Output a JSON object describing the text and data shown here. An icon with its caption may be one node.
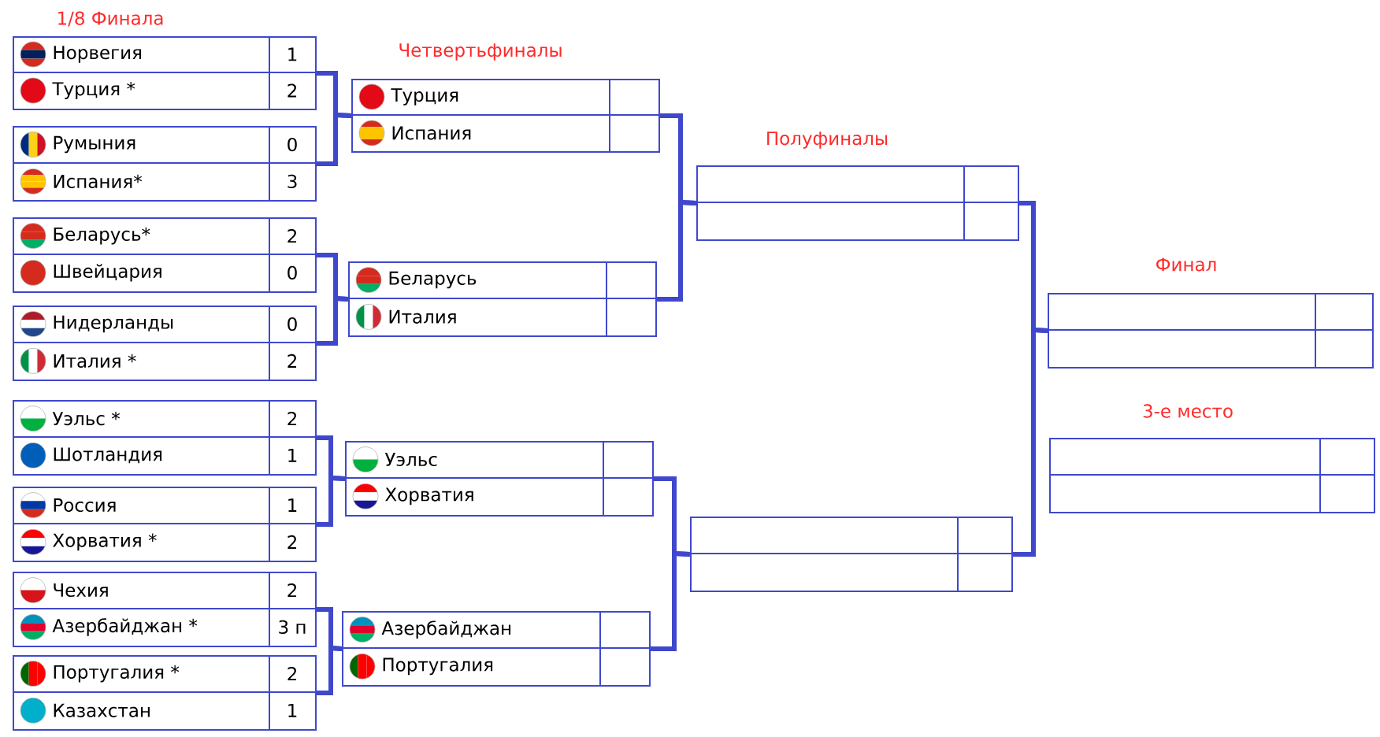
{
  "diagram": {
    "nodes": [
      {
        "text": [
          "Норвегия",
          "1",
          "Турция *",
          "2"
        ]
      },
      {
        "text": [
          "Румыния",
          "0",
          "Испания*",
          "3"
        ]
      },
      {
        "text": [
          "Турция",
          "Испания"
        ]
      },
      {
        "text": [
          "Беларусь*",
          "2",
          "Швейцария",
          "0"
        ]
      },
      {
        "text": [
          "Нидерланды",
          "0",
          "Италия *",
          "2"
        ]
      },
      {
        "text": [
          "Беларусь",
          "Италия"
        ]
      },
      {
        "text": [
          "Уэльс *",
          "2",
          "Шотландия",
          "1"
        ]
      },
      {
        "text": [
          "Россия",
          "1",
          "Хорватия *",
          "2"
        ]
      },
      {
        "text": [
          "Уэльс",
          "Хорватия"
        ]
      },
      {
        "text": [
          "Чехия",
          "2",
          "Азербайджан *",
          "3 п"
        ]
      },
      {
        "text": [
          "Португалия *",
          "2",
          "Казахстан",
          "1"
        ]
      },
      {
        "text": [
          "Азербайджан",
          "Португалия"
        ]
      },
      {
        "text": [],
        "shape": "box"
      },
      {
        "text": [],
        "shape": "box"
      },
      {
        "text": [],
        "shape": "box"
      },
      {
        "text": [],
        "shape": "box"
      }
    ],
    "edges": [
      {
        "from": 0,
        "to": 2,
        "arrow": "none"
      },
      {
        "from": 1,
        "to": 2,
        "arrow": "none"
      },
      {
        "from": 3,
        "to": 5,
        "arrow": "none"
      },
      {
        "from": 4,
        "to": 5,
        "arrow": "none"
      },
      {
        "from": 6,
        "to": 8,
        "arrow": "none"
      },
      {
        "from": 7,
        "to": 8,
        "arrow": "none"
      },
      {
        "from": 9,
        "to": 11,
        "arrow": "none"
      },
      {
        "from": 10,
        "to": 11,
        "arrow": "none"
      },
      {
        "from": 2,
        "to": 12,
        "arrow": "none"
      },
      {
        "from": 5,
        "to": 12,
        "arrow": "none"
      },
      {
        "from": 8,
        "to": 13,
        "arrow": "none"
      },
      {
        "from": 11,
        "to": 13,
        "arrow": "none"
      },
      {
        "from": 12,
        "to": 14,
        "arrow": "none"
      },
      {
        "from": 13,
        "to": 14,
        "arrow": "none"
      }
    ],
    "labels": [
      "1/8  Финала",
      "Четвертьфиналы",
      "Полуфиналы",
      "Финал",
      "3-е место"
    ]
  }
}
